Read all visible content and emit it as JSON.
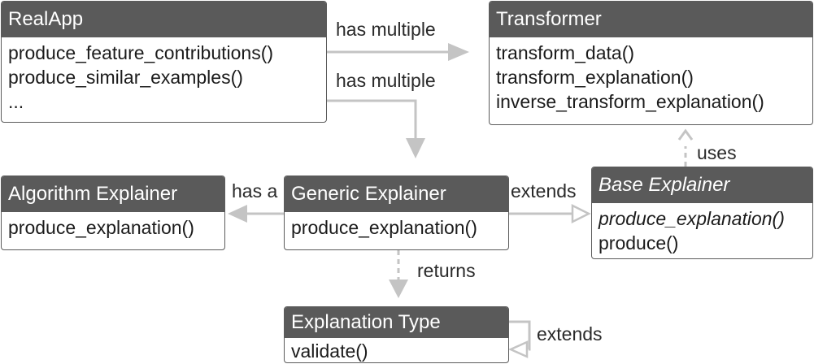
{
  "boxes": {
    "realapp": {
      "title": "RealApp",
      "methods": [
        "produce_feature_contributions()",
        "produce_similar_examples()",
        "..."
      ]
    },
    "transformer": {
      "title": "Transformer",
      "methods": [
        "transform_data()",
        "transform_explanation()",
        "inverse_transform_explanation()"
      ]
    },
    "algorithm_explainer": {
      "title": "Algorithm Explainer",
      "methods": [
        "produce_explanation()"
      ]
    },
    "generic_explainer": {
      "title": "Generic Explainer",
      "methods": [
        "produce_explanation()"
      ]
    },
    "base_explainer": {
      "title": "Base Explainer",
      "methods": [
        "produce_explanation()",
        "produce()"
      ]
    },
    "explanation_type": {
      "title": "Explanation Type",
      "methods": [
        "validate()"
      ]
    }
  },
  "edges": {
    "realapp_transformer": "has multiple",
    "realapp_generic": "has multiple",
    "generic_algorithm": "has a",
    "generic_base": "extends",
    "base_transformer": "uses",
    "generic_explanation": "returns",
    "explanation_self": "extends"
  }
}
